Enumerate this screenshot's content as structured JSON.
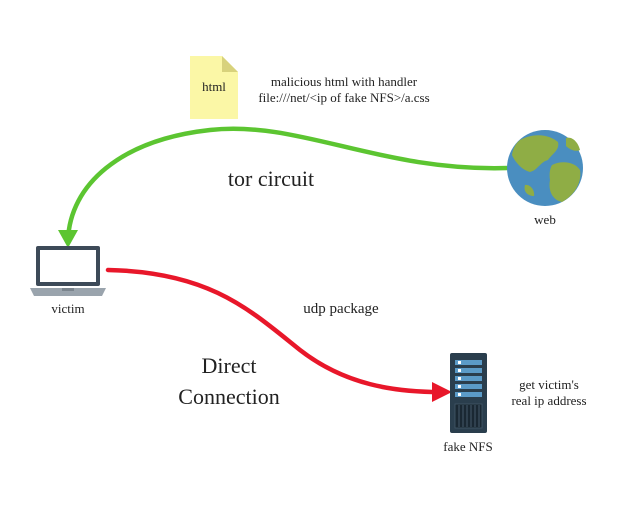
{
  "file_icon_label": "html",
  "note_malicious": [
    "malicious html with handler",
    "file:///net/<ip of fake NFS>/a.css"
  ],
  "label_tor": "tor circuit",
  "label_web": "web",
  "label_victim": "victim",
  "label_udp": "udp package",
  "label_direct": [
    "Direct",
    "Connection"
  ],
  "label_fake_nfs": "fake NFS",
  "note_get_ip": [
    "get victim's",
    "real ip address"
  ],
  "colors": {
    "tor_arrow": "#5cc531",
    "direct_arrow": "#e8172a",
    "file_icon": "#fbf7a6",
    "file_fold": "#d8d27c",
    "globe_ocean": "#4a8ec0",
    "globe_land": "#8fad45",
    "server_body": "#2a3e4d",
    "server_slot": "#5b9bc8",
    "laptop_frame": "#3d4a58",
    "laptop_screen": "#ffffff",
    "laptop_base": "#9aa4ad"
  },
  "icons": [
    "html-file-icon",
    "globe-icon",
    "laptop-icon",
    "server-icon"
  ]
}
